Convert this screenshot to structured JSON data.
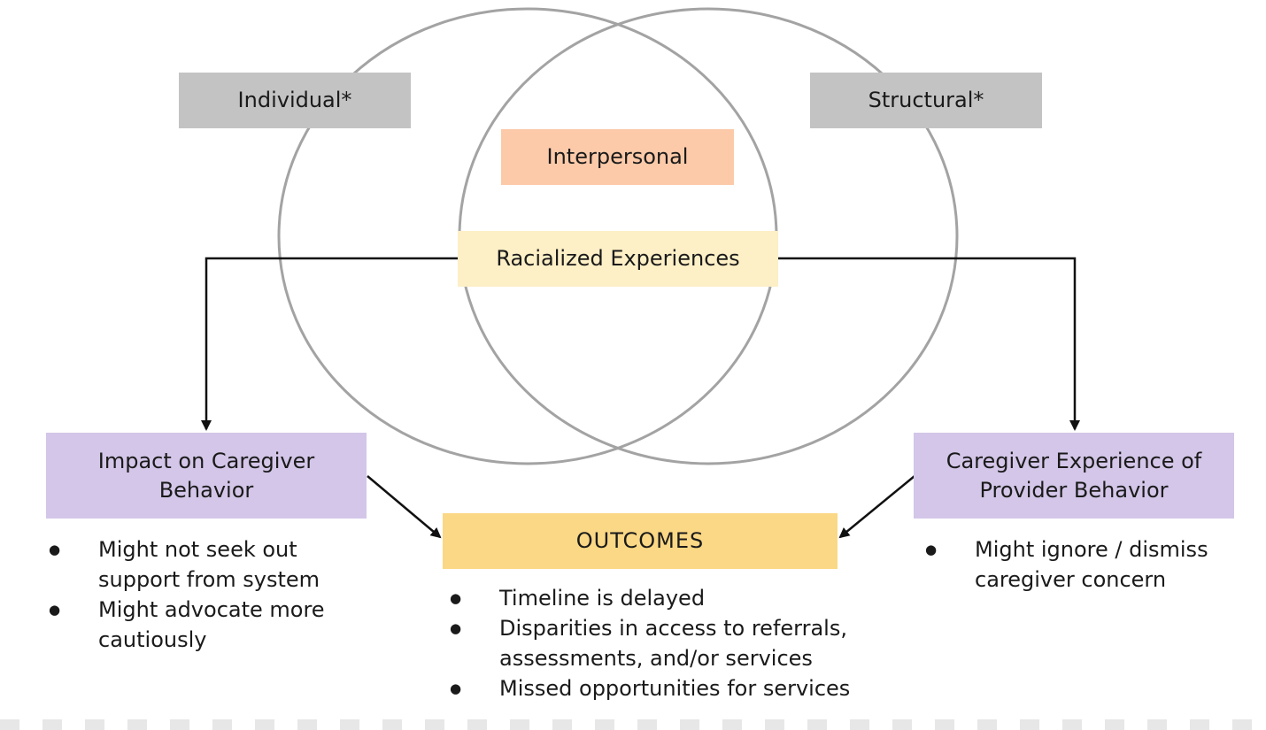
{
  "circles": {
    "left": {
      "name": "individual-circle"
    },
    "right": {
      "name": "structural-circle"
    }
  },
  "labels": {
    "individual": "Individual*",
    "structural": "Structural*",
    "interpersonal": "Interpersonal",
    "racialized": "Racialized Experiences",
    "outcomes": "OUTCOMES"
  },
  "left_panel": {
    "title_line1": "Impact on Caregiver",
    "title_line2": "Behavior",
    "bullets": [
      {
        "line1": "Might not seek out",
        "line2": "support from system"
      },
      {
        "line1": "Might advocate more",
        "line2": "cautiously"
      }
    ]
  },
  "right_panel": {
    "title_line1": "Caregiver Experience of",
    "title_line2": "Provider Behavior",
    "bullets": [
      {
        "line1": "Might ignore / dismiss",
        "line2": "caregiver concern"
      }
    ]
  },
  "outcomes_list": [
    {
      "line1": "Timeline is delayed",
      "line2": ""
    },
    {
      "line1": "Disparities in access to referrals,",
      "line2": "assessments, and/or services"
    },
    {
      "line1": "Missed opportunities for services",
      "line2": ""
    }
  ],
  "colors": {
    "circle_stroke": "#a3a3a3",
    "arrow": "#111111",
    "gray_box": "#c3c3c3",
    "peach_box": "#fccaa9",
    "cream_box": "#fdefc6",
    "lavender_box": "#d3c6e8",
    "gold_box": "#fbd885"
  }
}
